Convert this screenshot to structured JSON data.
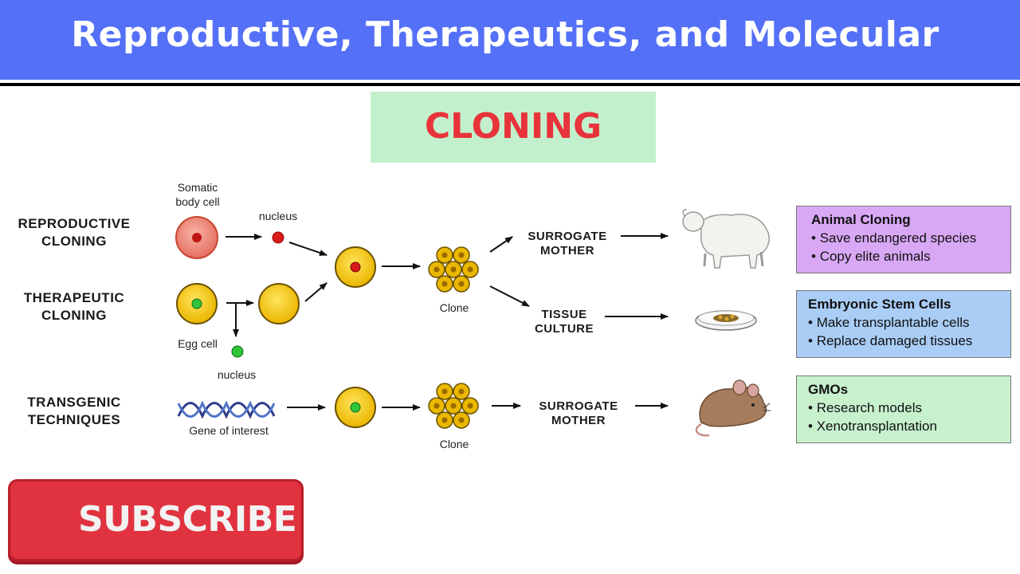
{
  "header": {
    "title": "Reproductive, Therapeutics, and Molecular"
  },
  "subtitle": "CLONING",
  "rows": [
    {
      "label_line1": "REPRODUCTIVE",
      "label_line2": "CLONING"
    },
    {
      "label_line1": "THERAPEUTIC",
      "label_line2": "CLONING"
    },
    {
      "label_line1": "TRANSGENIC",
      "label_line2": "TECHNIQUES"
    }
  ],
  "diagram_labels": {
    "somatic_line1": "Somatic",
    "somatic_line2": "body cell",
    "nucleus_top": "nucleus",
    "egg_cell": "Egg cell",
    "nucleus_bottom": "nucleus",
    "clone_top": "Clone",
    "clone_bottom": "Clone",
    "gene_of_interest": "Gene of interest"
  },
  "steps": {
    "surrogate_1_line1": "SURROGATE",
    "surrogate_1_line2": "MOTHER",
    "tissue_line1": "TISSUE",
    "tissue_line2": "CULTURE",
    "surrogate_2_line1": "SURROGATE",
    "surrogate_2_line2": "MOTHER"
  },
  "info_boxes": [
    {
      "title": "Animal Cloning",
      "bullets": [
        "Save endangered species",
        "Copy elite animals"
      ],
      "color": "#d9a8f5"
    },
    {
      "title": "Embryonic Stem Cells",
      "bullets": [
        "Make transplantable cells",
        "Replace damaged tissues"
      ],
      "color": "#a9cdf5"
    },
    {
      "title": "GMOs",
      "bullets": [
        "Research models",
        "Xenotransplantation"
      ],
      "color": "#c7f0cd"
    }
  ],
  "subscribe": {
    "label": "SUBSCRIBE",
    "icon": "bell-icon",
    "color": "#e0333f"
  },
  "colors": {
    "banner": "#5470f7",
    "subtitle_text": "#e8333b",
    "subtitle_bg": "#c3f0cc",
    "cell_yellow": "#f5c400",
    "nucleus_red": "#d91b1b",
    "nucleus_green": "#2fc43a"
  }
}
